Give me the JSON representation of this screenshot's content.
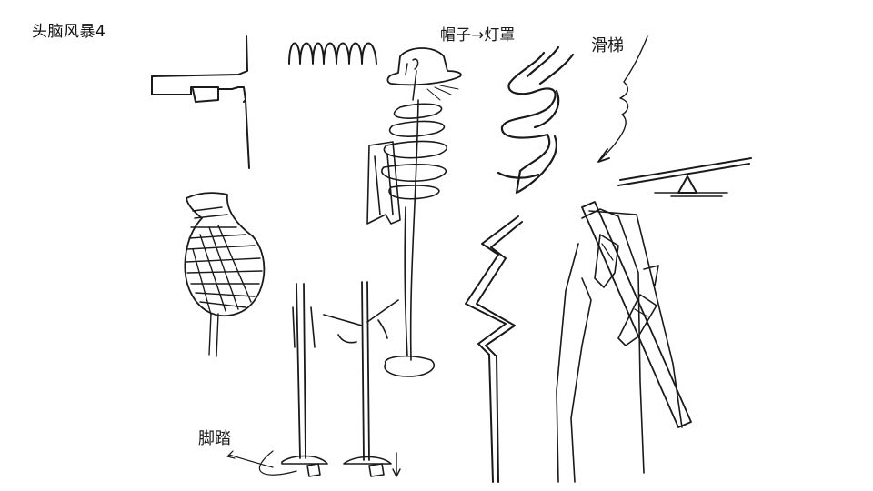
{
  "slide": {
    "title": "头脑风暴4"
  },
  "annotations": {
    "hat_to_lampshade": "帽子→灯罩",
    "slide": "滑梯",
    "pedal": "脚踏"
  }
}
